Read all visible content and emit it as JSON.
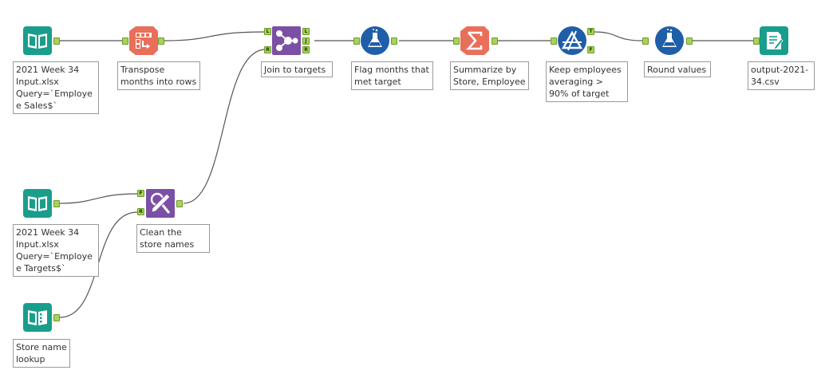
{
  "canvas": {
    "tools": [
      {
        "id": "input-sales",
        "label": "2021 Week 34 Input.xlsx Query=`Employee Sales$`",
        "kind": "input",
        "color": "#1a9e8c"
      },
      {
        "id": "transpose",
        "label": "Transpose months into rows",
        "kind": "transpose",
        "color": "#e8705a"
      },
      {
        "id": "join",
        "label": "Join to targets",
        "kind": "join",
        "color": "#7b4fa6"
      },
      {
        "id": "formula-flag",
        "label": "Flag months that met target",
        "kind": "formula",
        "color": "#1f5ea8"
      },
      {
        "id": "summarize",
        "label": "Summarize by Store, Employee",
        "kind": "summarize",
        "color": "#e8705a"
      },
      {
        "id": "filter",
        "label": "Keep employees averaging > 90% of target",
        "kind": "filter",
        "color": "#1f5ea8"
      },
      {
        "id": "formula-round",
        "label": "Round values",
        "kind": "formula",
        "color": "#1f5ea8"
      },
      {
        "id": "output",
        "label": "output-2021-34.csv",
        "kind": "output",
        "color": "#1a9e8c"
      },
      {
        "id": "input-targets",
        "label": "2021 Week 34 Input.xlsx Query=`Employee Targets$`",
        "kind": "input",
        "color": "#1a9e8c"
      },
      {
        "id": "find-replace",
        "label": "Clean the store names",
        "kind": "findreplace",
        "color": "#7b4fa6"
      },
      {
        "id": "text-input",
        "label": "Store name lookup",
        "kind": "textinput",
        "color": "#1a9e8c"
      }
    ],
    "anchor_labels": {
      "join_left": "L",
      "join_right": "R",
      "join_out_l": "L",
      "join_out_j": "J",
      "join_out_r": "R",
      "filter_true": "T",
      "filter_false": "F",
      "fr_find": "F",
      "fr_replace": "R"
    },
    "colors": {
      "anchor": "#a8d35a",
      "wire": "#555555"
    }
  }
}
